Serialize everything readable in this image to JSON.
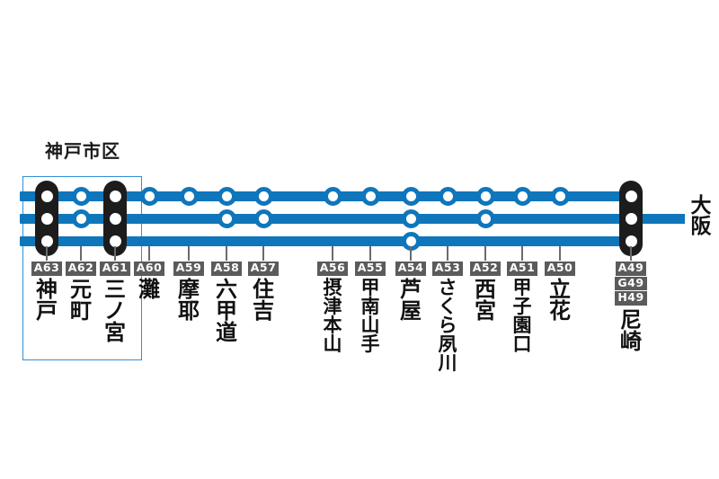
{
  "diagram": {
    "region": {
      "label": "神戸市区"
    },
    "direction_terminal": {
      "label": "大阪",
      "chars": [
        "大",
        "阪"
      ]
    },
    "colors": {
      "line_blue": "#0F76BC",
      "region_border": "#2F8FD8",
      "interchange_black": "#1C1C1C",
      "code_badge_gray": "#5B5B5B",
      "text_black": "#111111",
      "background": "#FFFFFF"
    },
    "lines": [
      {
        "name": "line-top",
        "row": 1
      },
      {
        "name": "line-middle",
        "row": 2
      },
      {
        "name": "line-bottom",
        "row": 3
      }
    ],
    "stations": [
      {
        "codes": [
          "A63"
        ],
        "name": "神戸",
        "chars": [
          "神",
          "戸"
        ],
        "type": "interchange",
        "stops": [
          1,
          2,
          3
        ]
      },
      {
        "codes": [
          "A62"
        ],
        "name": "元町",
        "chars": [
          "元",
          "町"
        ],
        "type": "normal",
        "stops": [
          1,
          2
        ]
      },
      {
        "codes": [
          "A61"
        ],
        "name": "三ノ宮",
        "chars": [
          "三",
          "ノ",
          "宮"
        ],
        "type": "interchange",
        "stops": [
          1,
          2,
          3
        ]
      },
      {
        "codes": [
          "A60"
        ],
        "name": "灘",
        "chars": [
          "灘"
        ],
        "type": "normal",
        "stops": [
          1
        ]
      },
      {
        "codes": [
          "A59"
        ],
        "name": "摩耶",
        "chars": [
          "摩",
          "耶"
        ],
        "type": "normal",
        "stops": [
          1
        ]
      },
      {
        "codes": [
          "A58"
        ],
        "name": "六甲道",
        "chars": [
          "六",
          "甲",
          "道"
        ],
        "type": "normal",
        "stops": [
          1,
          2
        ]
      },
      {
        "codes": [
          "A57"
        ],
        "name": "住吉",
        "chars": [
          "住",
          "吉"
        ],
        "type": "normal",
        "stops": [
          1,
          2
        ]
      },
      {
        "codes": [
          "A56"
        ],
        "name": "摂津本山",
        "chars": [
          "摂",
          "津",
          "本",
          "山"
        ],
        "type": "normal",
        "stops": [
          1
        ]
      },
      {
        "codes": [
          "A55"
        ],
        "name": "甲南山手",
        "chars": [
          "甲",
          "南",
          "山",
          "手"
        ],
        "type": "normal",
        "stops": [
          1
        ]
      },
      {
        "codes": [
          "A54"
        ],
        "name": "芦屋",
        "chars": [
          "芦",
          "屋"
        ],
        "type": "normal",
        "stops": [
          1,
          2,
          3
        ]
      },
      {
        "codes": [
          "A53"
        ],
        "name": "さくら夙川",
        "chars": [
          "さ",
          "く",
          "ら",
          "夙",
          "川"
        ],
        "type": "normal",
        "stops": [
          1
        ]
      },
      {
        "codes": [
          "A52"
        ],
        "name": "西宮",
        "chars": [
          "西",
          "宮"
        ],
        "type": "normal",
        "stops": [
          1,
          2
        ]
      },
      {
        "codes": [
          "A51"
        ],
        "name": "甲子園口",
        "chars": [
          "甲",
          "子",
          "園",
          "口"
        ],
        "type": "normal",
        "stops": [
          1
        ]
      },
      {
        "codes": [
          "A50"
        ],
        "name": "立花",
        "chars": [
          "立",
          "花"
        ],
        "type": "normal",
        "stops": [
          1
        ]
      },
      {
        "codes": [
          "A49",
          "G49",
          "H49"
        ],
        "name": "尼崎",
        "chars": [
          "尼",
          "崎"
        ],
        "type": "interchange",
        "stops": [
          1,
          2,
          3
        ]
      }
    ]
  }
}
